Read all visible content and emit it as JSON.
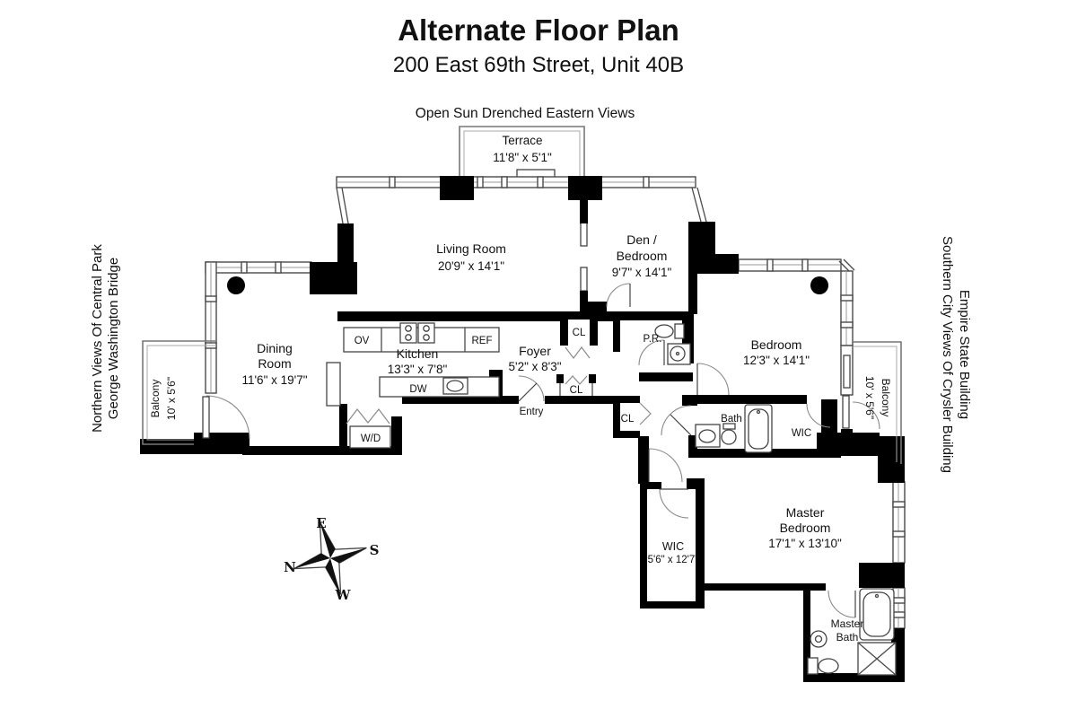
{
  "header": {
    "title": "Alternate Floor Plan",
    "subtitle": "200 East 69th Street, Unit 40B"
  },
  "captions": {
    "top": "Open Sun Drenched Eastern Views",
    "left": [
      "Northern Views Of Central Park",
      "George Washington Bridge"
    ],
    "right": [
      "Southern City Views Of Crysler Building",
      "Empire State Building"
    ]
  },
  "rooms": {
    "terrace": {
      "name": "Terrace",
      "dims": "11'8\" x 5'1\""
    },
    "living_room": {
      "name": "Living Room",
      "dims": "20'9\" x 14'1\""
    },
    "den": {
      "name1": "Den /",
      "name2": "Bedroom",
      "dims": "9'7\" x 14'1\""
    },
    "dining_room": {
      "name1": "Dining",
      "name2": "Room",
      "dims": "11'6\" x 19'7\""
    },
    "kitchen": {
      "name": "Kitchen",
      "dims": "13'3\" x 7'8\""
    },
    "foyer": {
      "name": "Foyer",
      "dims": "5'2\" x 8'3\""
    },
    "entry": {
      "name": "Entry"
    },
    "powder_room": {
      "name": "P.R."
    },
    "closet": {
      "name": "CL"
    },
    "bath": {
      "name": "Bath"
    },
    "wic": {
      "name": "WIC"
    },
    "bedroom": {
      "name": "Bedroom",
      "dims": "12'3\" x 14'1\""
    },
    "master_bedroom": {
      "name1": "Master",
      "name2": "Bedroom",
      "dims": "17'1\" x 13'10\""
    },
    "master_wic": {
      "name": "WIC",
      "dims": "5'6\" x 12'7\""
    },
    "master_bath": {
      "name1": "Master",
      "name2": "Bath"
    },
    "balcony_left": {
      "name": "Balcony",
      "dims": "10' x 5'6\""
    },
    "balcony_right": {
      "name": "Balcony",
      "dims": "10' x 5'6\""
    }
  },
  "appliances": {
    "oven": "OV",
    "refrigerator": "REF",
    "dishwasher": "DW",
    "washer_dryer": "W/D"
  },
  "compass": {
    "north": "N",
    "east": "E",
    "south": "S",
    "west": "W"
  },
  "colors": {
    "wall": "#000000",
    "window_line": "#4a4a4a",
    "thin_wall": "#777777",
    "background": "#ffffff"
  }
}
